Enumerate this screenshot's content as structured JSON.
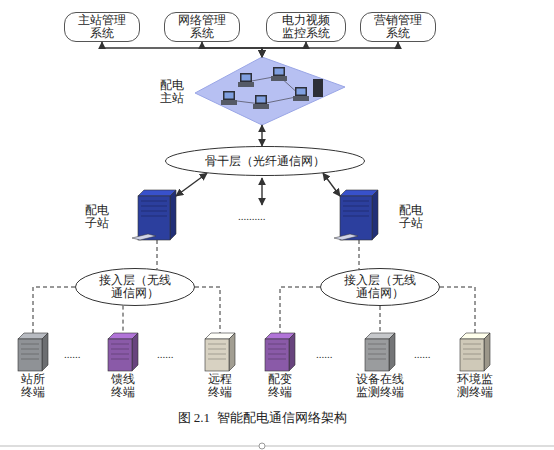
{
  "diagram": {
    "caption": "图 2.1  智能配电通信网络架构",
    "nodes": [
      {
        "text": [
          "主站管理系统"
        ]
      },
      {
        "text": [
          "网络管理系统"
        ]
      },
      {
        "text": [
          "电力视频监控系统"
        ]
      },
      {
        "text": [
          "营销管理系统"
        ]
      },
      {
        "text": [
          "配电主站"
        ]
      },
      {
        "text": [
          "骨干层（光纤通信网）"
        ]
      },
      {
        "text": [
          "配电子站"
        ]
      },
      {
        "text": [
          "配电子站"
        ]
      },
      {
        "text": [
          "接入层（无线通信网）"
        ]
      },
      {
        "text": [
          "接入层（无线通信网）"
        ]
      },
      {
        "text": [
          "站所终端"
        ]
      },
      {
        "text": [
          "馈线终端"
        ]
      },
      {
        "text": [
          "远程终端"
        ]
      },
      {
        "text": [
          "配变终端"
        ]
      },
      {
        "text": [
          "设备在线监测终端"
        ]
      },
      {
        "text": [
          "环境监测终端"
        ]
      }
    ],
    "edges": [
      {
        "from": 0,
        "to": 4,
        "arrow": "both"
      },
      {
        "from": 1,
        "to": 4,
        "arrow": "both"
      },
      {
        "from": 2,
        "to": 4,
        "arrow": "both"
      },
      {
        "from": 3,
        "to": 4,
        "arrow": "both"
      },
      {
        "from": 4,
        "to": 5,
        "arrow": "both"
      },
      {
        "from": 5,
        "to": 6,
        "arrow": "both"
      },
      {
        "from": 5,
        "to": 7,
        "arrow": "both"
      },
      {
        "from": 6,
        "to": 8,
        "arrow": "none"
      },
      {
        "from": 7,
        "to": 9,
        "arrow": "none"
      },
      {
        "from": 8,
        "to": 10,
        "arrow": "none"
      },
      {
        "from": 8,
        "to": 11,
        "arrow": "none"
      },
      {
        "from": 8,
        "to": 12,
        "arrow": "none"
      },
      {
        "from": 9,
        "to": 13,
        "arrow": "none"
      },
      {
        "from": 9,
        "to": 14,
        "arrow": "none"
      },
      {
        "from": 9,
        "to": 15,
        "arrow": "none"
      }
    ],
    "labels": [
      "..........",
      "......",
      "......",
      "......",
      "......"
    ]
  }
}
